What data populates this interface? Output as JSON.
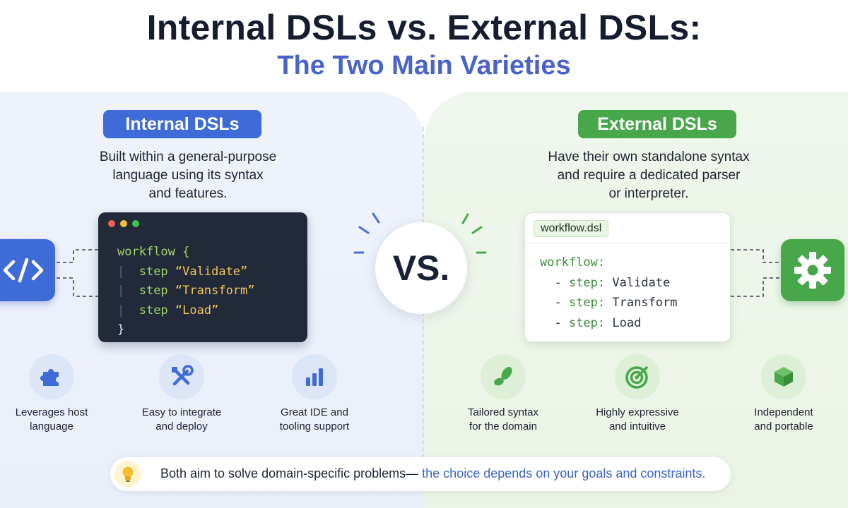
{
  "title": "Internal DSLs vs. External DSLs:",
  "subtitle": "The Two Main Varieties",
  "vs_label": "VS.",
  "internal": {
    "heading": "Internal DSLs",
    "description_lines": [
      "Built within a general-purpose",
      "language using its syntax",
      "and features."
    ],
    "code": {
      "line1": "workflow {",
      "steps": [
        {
          "kw": "step",
          "value": "“Validate”"
        },
        {
          "kw": "step",
          "value": "“Transform”"
        },
        {
          "kw": "step",
          "value": "“Load”"
        }
      ],
      "close": "}"
    },
    "features": [
      {
        "icon": "puzzle-icon",
        "line1": "Leverages host",
        "line2": "language"
      },
      {
        "icon": "tools-icon",
        "line1": "Easy to integrate",
        "line2": "and deploy"
      },
      {
        "icon": "bar-chart-icon",
        "line1": "Great IDE and",
        "line2": "tooling support"
      }
    ],
    "accent": "#3f6bd8"
  },
  "external": {
    "heading": "External DSLs",
    "description_lines": [
      "Have their own standalone syntax",
      "and require a dedicated parser",
      "or interpreter."
    ],
    "file_name": "workflow.dsl",
    "code": {
      "line1": "workflow:",
      "steps": [
        {
          "kw": "step:",
          "value": "Validate"
        },
        {
          "kw": "step:",
          "value": "Transform"
        },
        {
          "kw": "step:",
          "value": "Load"
        }
      ]
    },
    "features": [
      {
        "icon": "leaf-icon",
        "line1": "Tailored syntax",
        "line2": "for the domain"
      },
      {
        "icon": "target-icon",
        "line1": "Highly expressive",
        "line2": "and intuitive"
      },
      {
        "icon": "cube-icon",
        "line1": "Independent",
        "line2": "and portable"
      }
    ],
    "accent": "#48a64b"
  },
  "bottom": {
    "text_part1": "Both aim to solve domain-specific problems—",
    "text_part2": " the choice depends on your goals and constraints."
  }
}
